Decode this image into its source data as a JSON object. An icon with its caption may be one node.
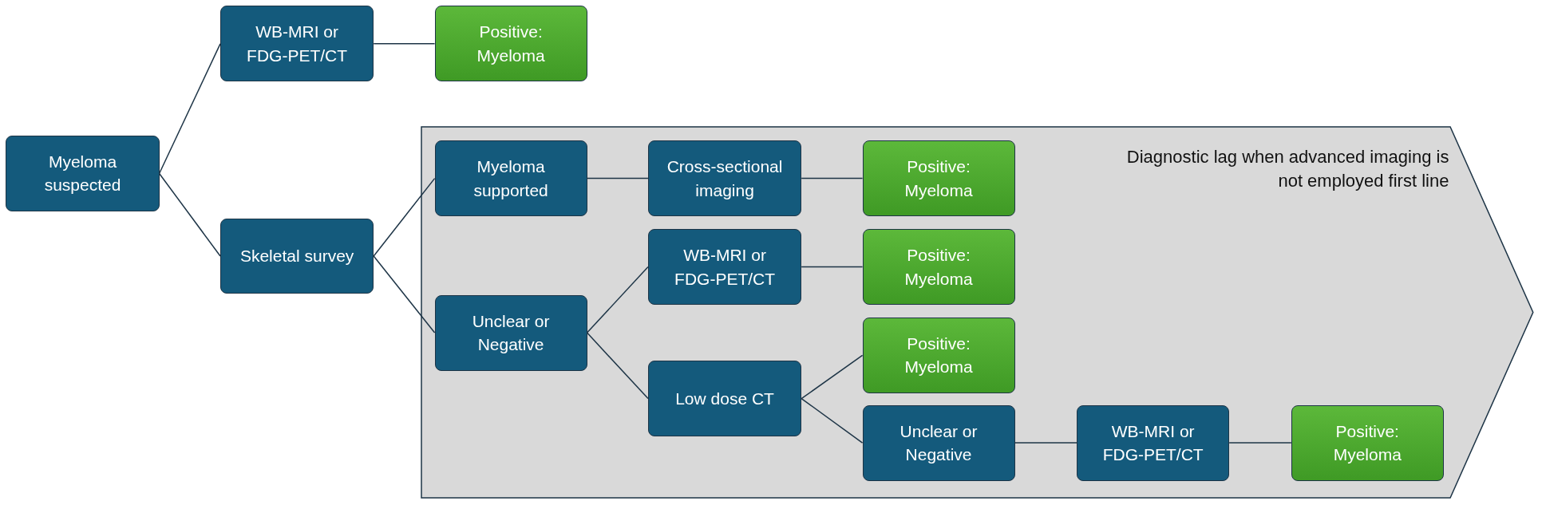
{
  "diagram": {
    "nodes": [
      {
        "text": [
          "Myeloma suspected"
        ]
      },
      {
        "text": [
          "WB-MRI or FDG-PET/CT"
        ]
      },
      {
        "text": [
          "Positive: Myeloma"
        ]
      },
      {
        "text": [
          "Skeletal survey"
        ]
      },
      {
        "text": [
          "Diagnostic lag when advanced imaging is not employed first line"
        ]
      },
      {
        "text": [
          "Myeloma supported"
        ],
        "in": 4
      },
      {
        "text": [
          "Cross-sectional imaging"
        ],
        "in": 4
      },
      {
        "text": [
          "Positive: Myeloma"
        ],
        "in": 4
      },
      {
        "text": [
          "Unclear or Negative"
        ],
        "in": 4
      },
      {
        "text": [
          "WB-MRI or FDG-PET/CT"
        ],
        "in": 4
      },
      {
        "text": [
          "Positive: Myeloma"
        ],
        "in": 4
      },
      {
        "text": [
          "Low dose CT"
        ],
        "in": 4
      },
      {
        "text": [
          "Positive: Myeloma"
        ],
        "in": 4
      },
      {
        "text": [
          "Unclear or Negative"
        ],
        "in": 4
      },
      {
        "text": [
          "WB-MRI or FDG-PET/CT"
        ],
        "in": 4
      },
      {
        "text": [
          "Positive: Myeloma"
        ],
        "in": 4
      }
    ],
    "edges": [
      {
        "from": 0,
        "to": 1,
        "arrow": "none"
      },
      {
        "from": 0,
        "to": 3,
        "arrow": "none"
      },
      {
        "from": 1,
        "to": 2,
        "arrow": "none"
      },
      {
        "from": 3,
        "to": 5,
        "arrow": "none"
      },
      {
        "from": 3,
        "to": 8,
        "arrow": "none"
      },
      {
        "from": 5,
        "to": 6,
        "arrow": "none"
      },
      {
        "from": 6,
        "to": 7,
        "arrow": "none"
      },
      {
        "from": 8,
        "to": 9,
        "arrow": "none"
      },
      {
        "from": 8,
        "to": 11,
        "arrow": "none"
      },
      {
        "from": 9,
        "to": 10,
        "arrow": "none"
      },
      {
        "from": 11,
        "to": 12,
        "arrow": "none"
      },
      {
        "from": 11,
        "to": 13,
        "arrow": "none"
      },
      {
        "from": 13,
        "to": 14,
        "arrow": "none"
      },
      {
        "from": 14,
        "to": 15,
        "arrow": "none"
      }
    ]
  }
}
